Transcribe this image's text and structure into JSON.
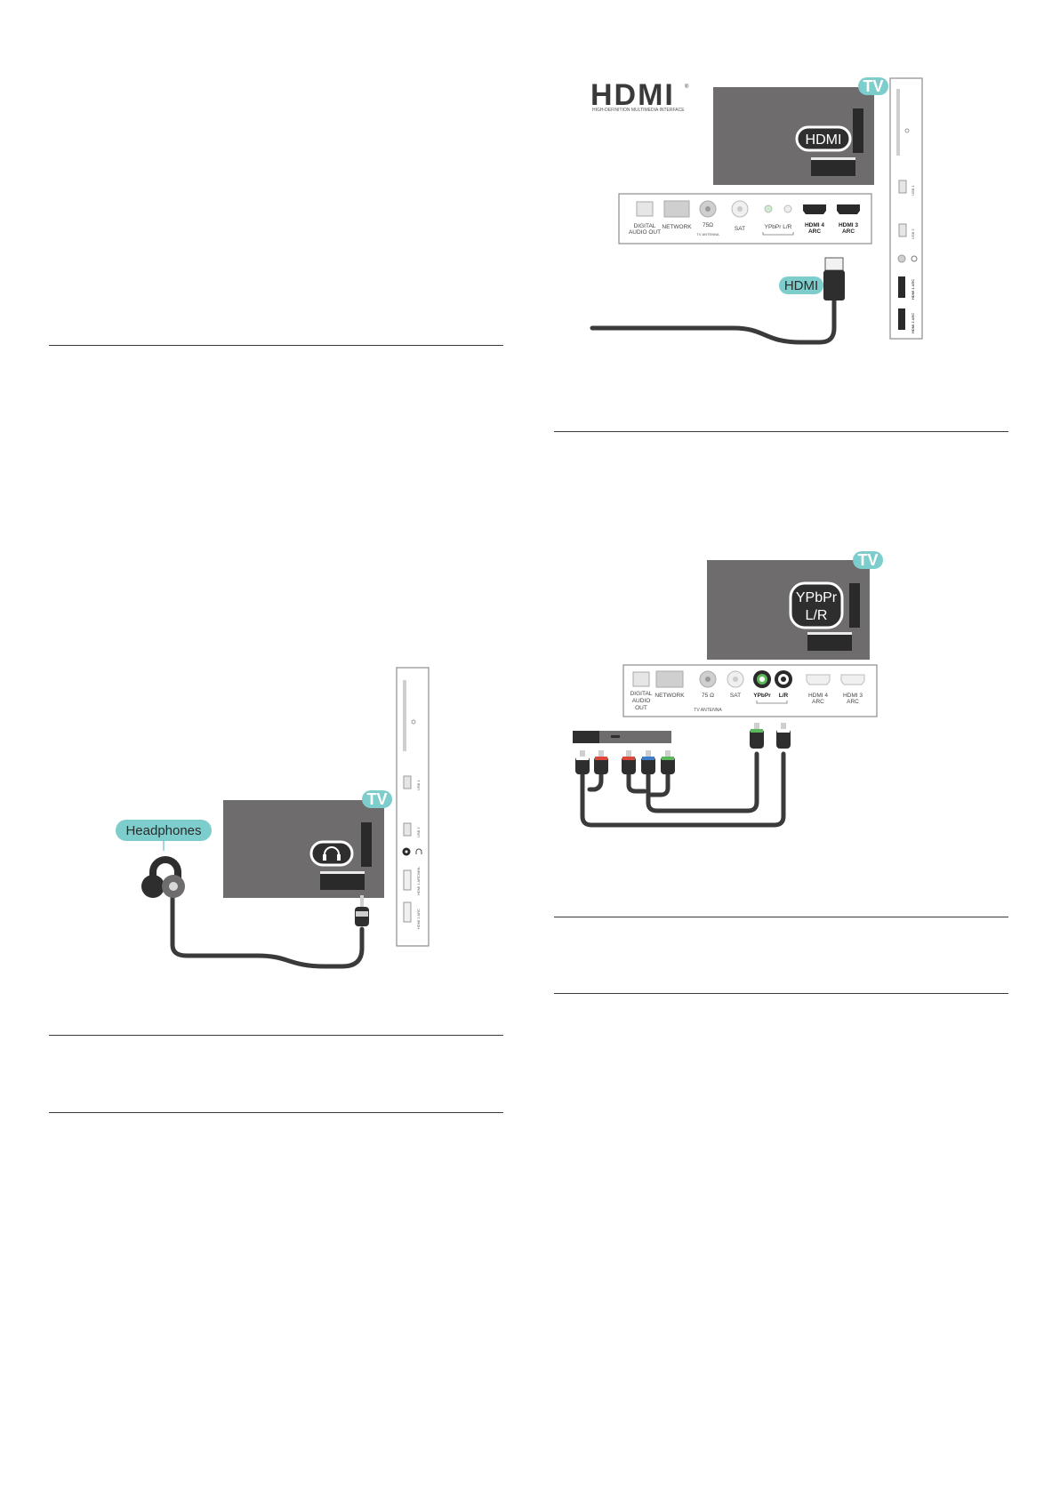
{
  "hdmi_diagram": {
    "logo_text": "HDMI",
    "logo_subtitle": "HIGH-DEFINITION MULTIMEDIA INTERFACE",
    "tv_tag": "TV",
    "badge_label": "HDMI",
    "cable_label": "HDMI",
    "ports": {
      "digital_audio_out": [
        "DIGITAL",
        "AUDIO OUT"
      ],
      "network": "NETWORK",
      "antenna": "75Ω",
      "antenna_sub": "TV ANTENNA",
      "sat": "SAT",
      "ypbpr_lr": "YPbPr   L/R",
      "hdmi4": [
        "HDMI 4",
        "ARC"
      ],
      "hdmi3": [
        "HDMI 3",
        "ARC"
      ]
    },
    "side_ports": {
      "usb1": "USB 1",
      "usb2": "USB 2",
      "hdmi1": "HDMI 1 ARC",
      "hdmi2": "HDMI 2 ARC"
    }
  },
  "ypbpr_diagram": {
    "tv_tag": "TV",
    "badge_line1": "YPbPr",
    "badge_line2": "L/R",
    "ports": {
      "digital_audio_out": [
        "DIGITAL",
        "AUDIO",
        "OUT"
      ],
      "network": "NETWORK",
      "antenna": "75 Ω",
      "antenna_sub": "TV ANTENNA",
      "sat": "SAT",
      "ypbpr": "YPbPr",
      "lr": "L/R",
      "hdmi4": [
        "HDMI 4",
        "ARC"
      ],
      "hdmi3": [
        "HDMI 3",
        "ARC"
      ]
    }
  },
  "headphones_diagram": {
    "tv_tag": "TV",
    "device_label": "Headphones",
    "side_ports": {
      "usb1": "USB 1",
      "usb2": "USB 2",
      "hdmi1": "HDMI 1 ARC/MHL",
      "hdmi2": "HDMI 2 ARC"
    }
  },
  "colors": {
    "accent": "#7ecdcd",
    "tv_body": "#6f6c6d",
    "cable": "#3a3a3a",
    "plug_red": "#d9483b",
    "plug_green": "#5cb85c",
    "plug_blue": "#3c7fc8",
    "plug_white": "#ffffff"
  }
}
